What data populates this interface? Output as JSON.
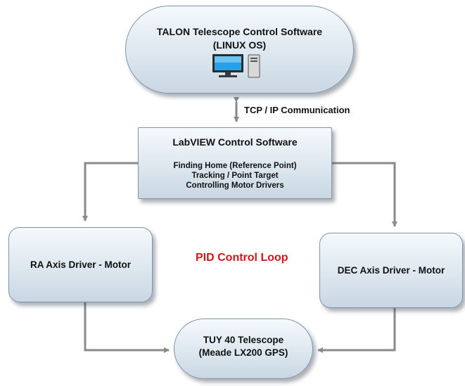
{
  "nodes": {
    "talon": {
      "line1": "TALON Telescope Control Software",
      "line2": "(LINUX OS)"
    },
    "labview": {
      "title": "LabVIEW Control Software",
      "tasks": [
        "Finding Home (Reference Point)",
        "Tracking / Point Target",
        "Controlling Motor Drivers"
      ]
    },
    "ra": {
      "label": "RA Axis Driver - Motor"
    },
    "dec": {
      "label": "DEC Axis Driver - Motor"
    },
    "tuy": {
      "line1": "TUY 40 Telescope",
      "line2": "(Meade LX200 GPS)"
    }
  },
  "edge_labels": {
    "tcp": "TCP / IP Communication",
    "pid": "PID Control Loop"
  },
  "icons": {
    "computer": "desktop-computer-icon"
  },
  "colors": {
    "box_border": "#7f96aa",
    "arrow": "#8a8a8a",
    "pid_text": "#d4141a"
  }
}
